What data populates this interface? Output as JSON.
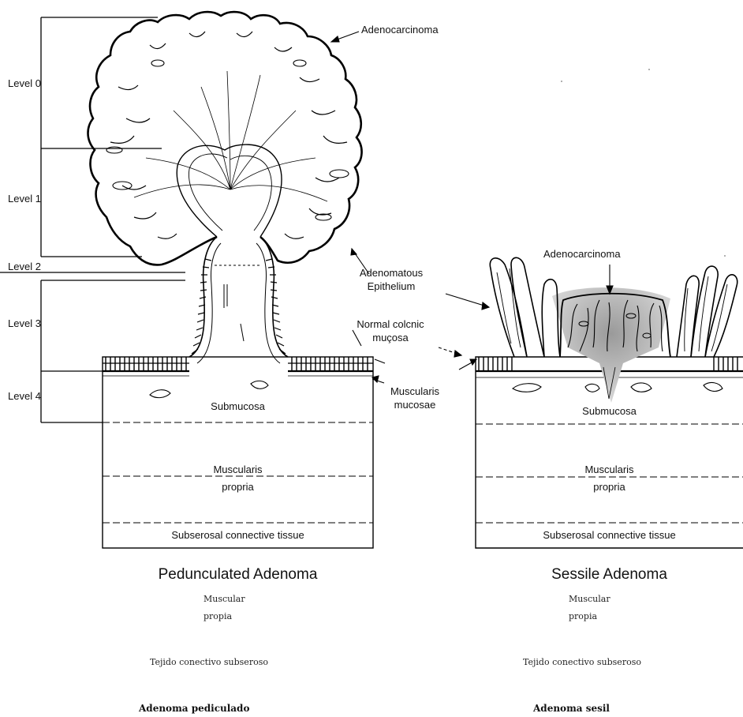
{
  "pedunculated": {
    "levels": [
      "Level 0",
      "Level 1",
      "Level 2",
      "Level 3",
      "Level 4"
    ],
    "labels": {
      "adenocarcinoma": "Adenocarcinoma",
      "adenomatous_epithelium": [
        "Adenomatous",
        "Epithelium"
      ],
      "normal_mucosa": [
        "Normal colcnic",
        "muçosa"
      ],
      "muscularis_mucosae": [
        "Muscularis",
        "mucosae"
      ],
      "submucosa": "Submucosa",
      "muscularis_propria": [
        "Muscularis",
        "propria"
      ],
      "subserosal": "Subserosal connective tissue"
    },
    "caption": "Pedunculated Adenoma",
    "translation": {
      "muscular": [
        "Muscular",
        "propia"
      ],
      "tejido": "Tejido conectivo subseroso",
      "title": "Adenoma pediculado"
    }
  },
  "sessile": {
    "labels": {
      "adenocarcinoma": "Adenocarcinoma",
      "submucosa": "Submucosa",
      "muscularis_propria": [
        "Muscularis",
        "propria"
      ],
      "subserosal": "Subserosal connective tissue"
    },
    "caption": "Sessile Adenoma",
    "translation": {
      "muscular": [
        "Muscular",
        "propia"
      ],
      "tejido": "Tejido conectivo subseroso",
      "title": "Adenoma sesil"
    }
  }
}
